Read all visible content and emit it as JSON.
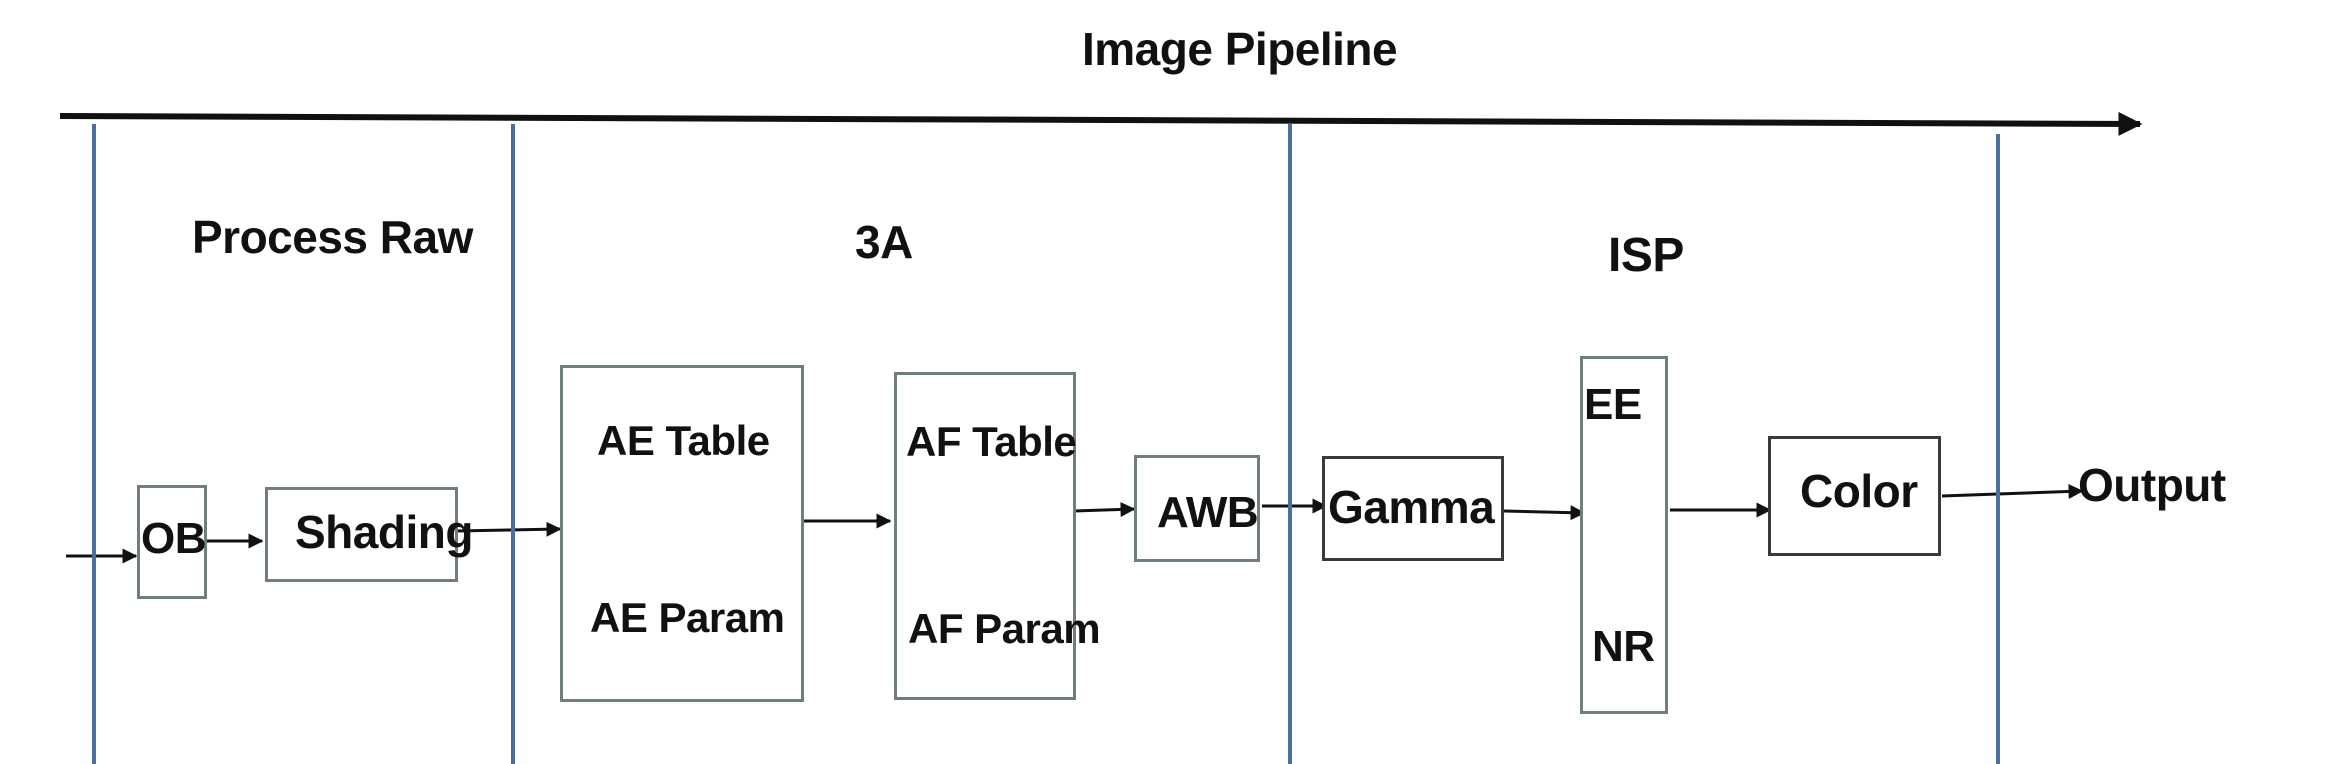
{
  "title": "Image Pipeline",
  "sections": {
    "process_raw": "Process Raw",
    "three_a": "3A",
    "isp": "ISP"
  },
  "blocks": {
    "ob": "OB",
    "shading": "Shading",
    "ae_table": "AE Table",
    "ae_param": "AE Param",
    "af_table": "AF Table",
    "af_param": "AF Param",
    "awb": "AWB",
    "gamma": "Gamma",
    "ee": "EE",
    "nr": "NR",
    "color": "Color"
  },
  "output_label": "Output"
}
